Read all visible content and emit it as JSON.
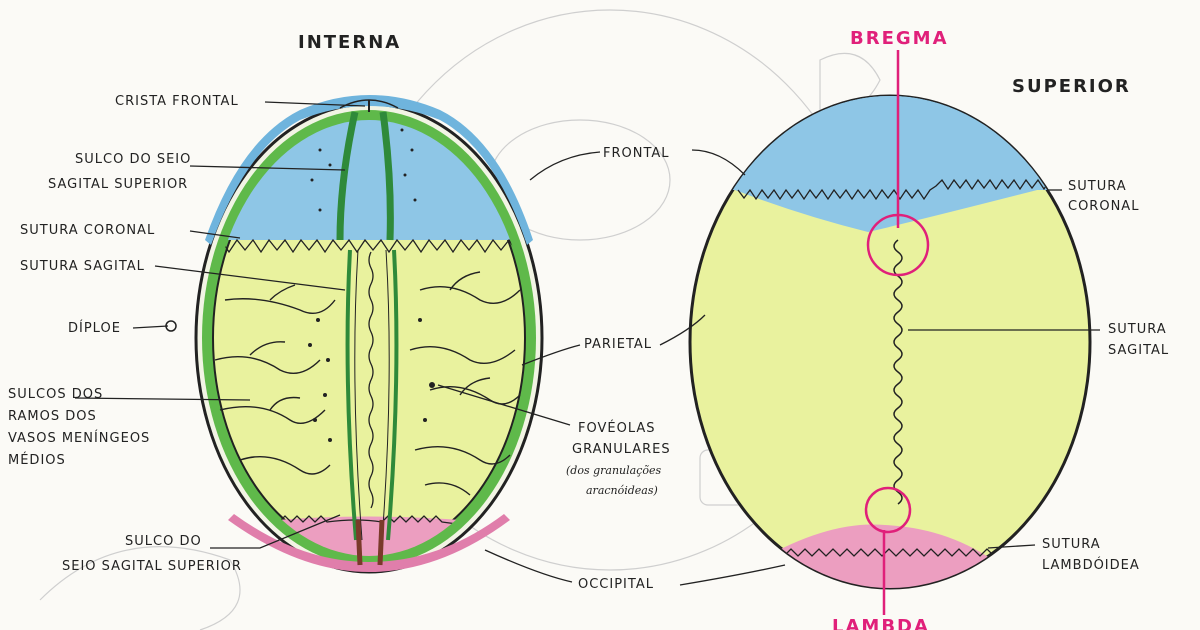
{
  "titles": {
    "left": "INTERNA",
    "right": "SUPERIOR"
  },
  "left_labels": {
    "crista_frontal": "CRISTA FRONTAL",
    "sulco_seio_1": "SULCO DO SEIO",
    "sulco_seio_2": "SAGITAL SUPERIOR",
    "sutura_coronal": "SUTURA CORONAL",
    "sutura_sagital": "SUTURA SAGITAL",
    "diploe": "DÍPLOE",
    "sulcos_1": "SULCOS DOS",
    "sulcos_2": "RAMOS DOS",
    "sulcos_3": "VASOS MENÍNGEOS",
    "sulcos_4": "MÉDIOS",
    "sulco_inf_1": "SULCO DO",
    "sulco_inf_2": "SEIO SAGITAL SUPERIOR"
  },
  "center_labels": {
    "frontal": "FRONTAL",
    "parietal": "PARIETAL",
    "foveolas_1": "FOVÉOLAS",
    "foveolas_2": "GRANULARES",
    "foveolas_3": "(dos granulações",
    "foveolas_4": "aracnóideas)",
    "occipital": "OCCIPITAL"
  },
  "right_labels": {
    "bregma": "BREGMA",
    "lambda": "LAMBDA",
    "coronal_1": "SUTURA",
    "coronal_2": "CORONAL",
    "sagital_1": "SUTURA",
    "sagital_2": "SAGITAL",
    "lambdoidea_1": "SUTURA",
    "lambdoidea_2": "LAMBDÓIDEA"
  },
  "colors": {
    "frontal_bone": "#8ec6e6",
    "parietal_bone": "#e9f29e",
    "occipital_bone": "#ec9ec0",
    "diploe_band": "#5fb94a",
    "groove": "#2f8a3a",
    "landmark": "#e0207a",
    "outline": "#222222"
  }
}
